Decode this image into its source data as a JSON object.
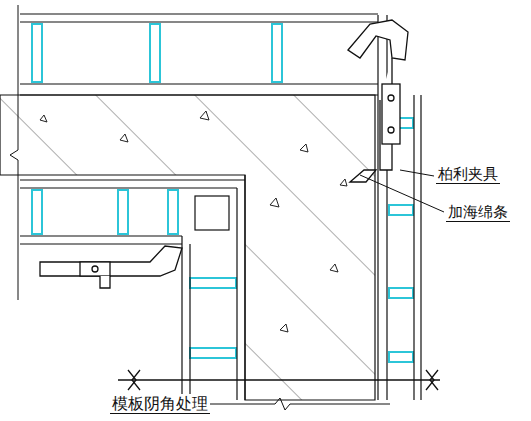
{
  "diagram": {
    "caption": "模板阴角处理",
    "labels": [
      "柏利夹具",
      "加海绵条"
    ]
  }
}
